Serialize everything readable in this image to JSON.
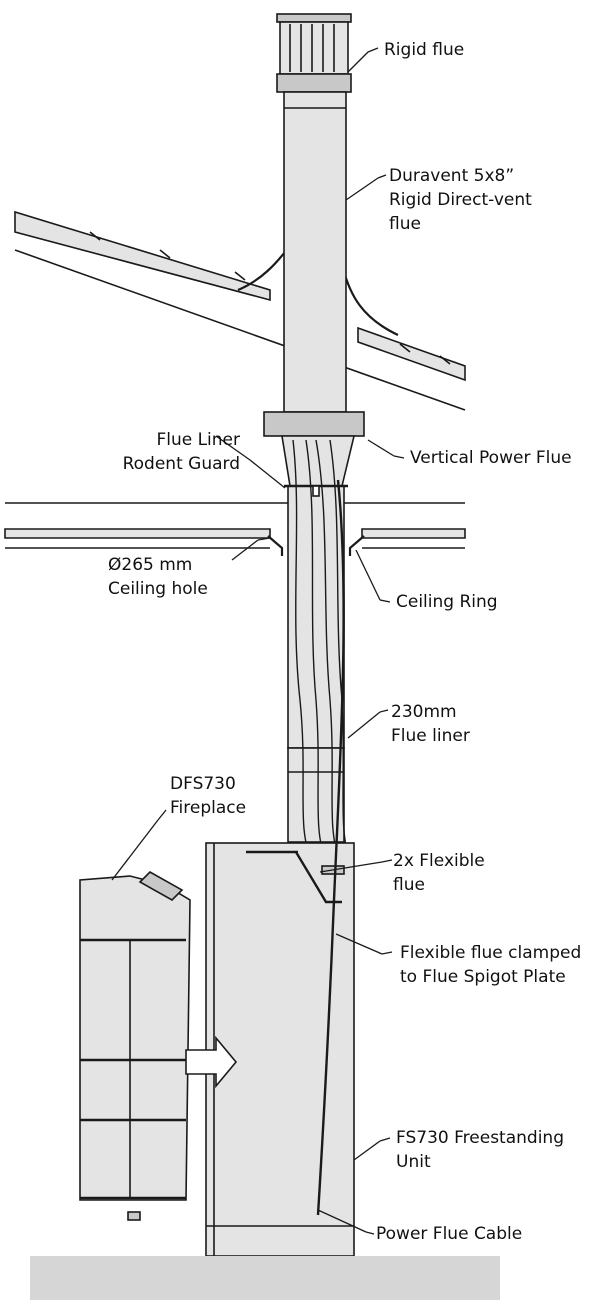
{
  "labels": {
    "rigid_flue": [
      "Rigid flue"
    ],
    "duravent": [
      "Duravent 5x8”",
      "Rigid Direct-vent",
      "flue"
    ],
    "rodent_guard": [
      "Flue Liner",
      "Rodent Guard"
    ],
    "vertical_power_flue": [
      "Vertical Power Flue"
    ],
    "ceiling_hole": [
      "Ø265 mm",
      "Ceiling hole"
    ],
    "ceiling_ring": [
      "Ceiling Ring"
    ],
    "flue_liner": [
      "230mm",
      "Flue liner"
    ],
    "flexible_flue": [
      "2x Flexible",
      "flue"
    ],
    "fireplace": [
      "DFS730",
      "Fireplace"
    ],
    "clamped": [
      "Flexible flue clamped",
      "to Flue Spigot Plate"
    ],
    "freestanding": [
      "FS730 Freestanding",
      "Unit"
    ],
    "power_cable": [
      "Power Flue Cable"
    ]
  },
  "colors": {
    "line": "#1a1a1a",
    "fill": "#e4e4e4",
    "fill_dark": "#c8c8c8",
    "floor": "#d6d6d6"
  }
}
